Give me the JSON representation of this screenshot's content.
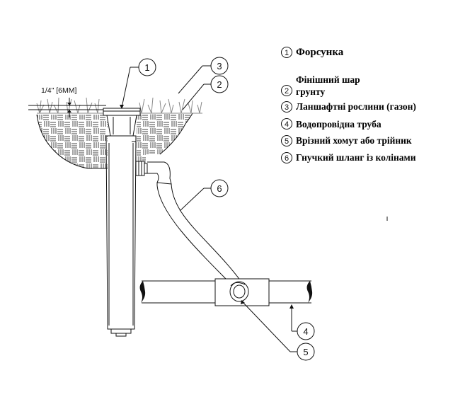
{
  "dimension_label": "1/4\" [6MM]",
  "callouts": [
    "1",
    "2",
    "3",
    "4",
    "5",
    "6"
  ],
  "legend": [
    {
      "num": "1",
      "lines": [
        "Форсунка"
      ]
    },
    {
      "num": "2",
      "lines": [
        "Фінішний шар",
        "грунту"
      ]
    },
    {
      "num": "3",
      "lines": [
        "Ланшафтні рослини (газон)"
      ]
    },
    {
      "num": "4",
      "lines": [
        "Водопровідна труба"
      ]
    },
    {
      "num": "5",
      "lines": [
        "Врізний хомут або трійник"
      ]
    },
    {
      "num": "6",
      "lines": [
        "Гнучкий шланг із колінами"
      ]
    }
  ]
}
